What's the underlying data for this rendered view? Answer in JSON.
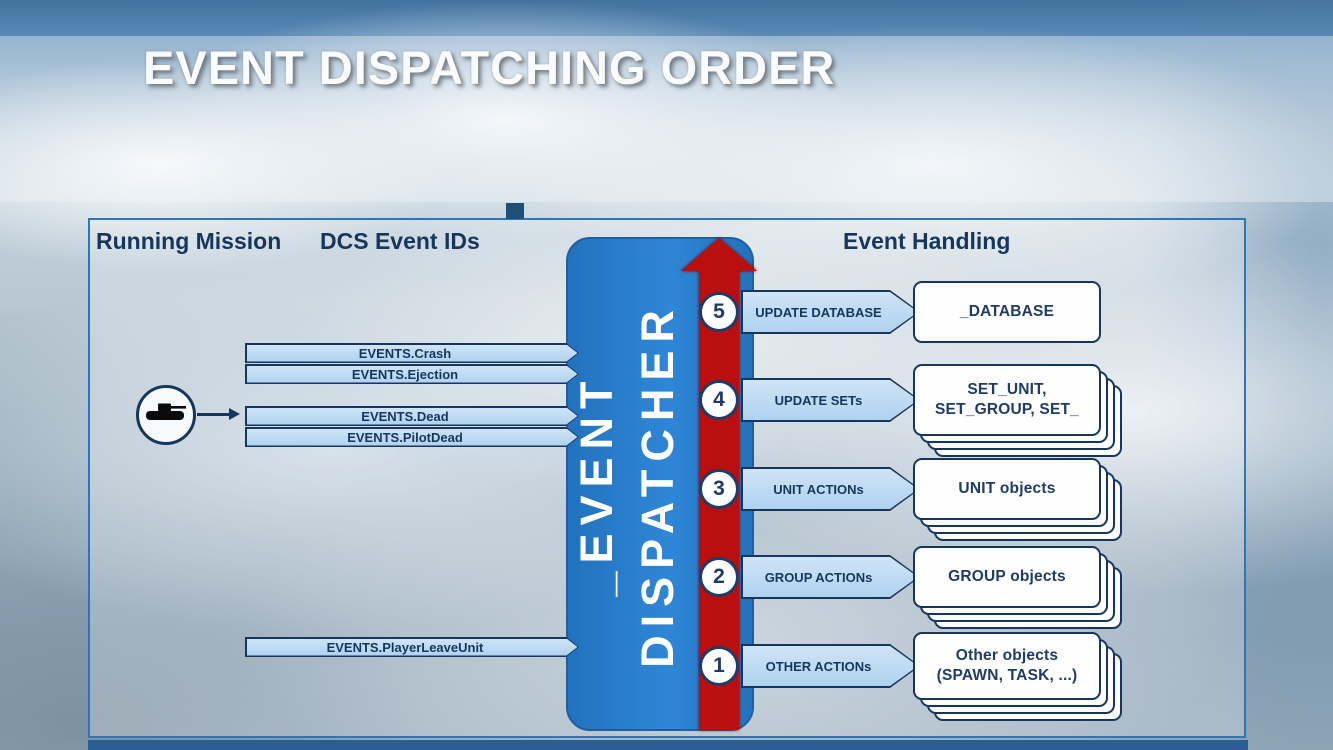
{
  "slide": {
    "title": "EVENT DISPATCHING ORDER"
  },
  "headers": {
    "running_mission": "Running Mission",
    "dcs_event_ids": "DCS Event IDs",
    "event_handling": "Event Handling"
  },
  "dispatcher": {
    "line1": "_EVENT",
    "line2": "DISPATCHER"
  },
  "steps": [
    {
      "num": "5",
      "action": "UPDATE DATABASE",
      "target": "_DATABASE",
      "target2": ""
    },
    {
      "num": "4",
      "action": "UPDATE SETs",
      "target": "SET_UNIT,",
      "target2": "SET_GROUP, SET_"
    },
    {
      "num": "3",
      "action": "UNIT ACTIONs",
      "target": "UNIT objects",
      "target2": ""
    },
    {
      "num": "2",
      "action": "GROUP ACTIONs",
      "target": "GROUP objects",
      "target2": ""
    },
    {
      "num": "1",
      "action": "OTHER ACTIONs",
      "target": "Other objects",
      "target2": "(SPAWN, TASK, ...)"
    }
  ],
  "events": [
    "EVENTS.Crash",
    "EVENTS.Ejection",
    "EVENTS.Dead",
    "EVENTS.PilotDead",
    "EVENTS.PlayerLeaveUnit"
  ],
  "icons": {
    "unit_marker": "tank-icon",
    "dispatch_flow": "arrow-up-icon"
  },
  "colors": {
    "navy": "#17365D",
    "dispatcher_blue": "#2272BE",
    "arrow_red": "#B90F0F",
    "event_fill": "#BDDCF5",
    "frame_border": "#2E75B6"
  }
}
